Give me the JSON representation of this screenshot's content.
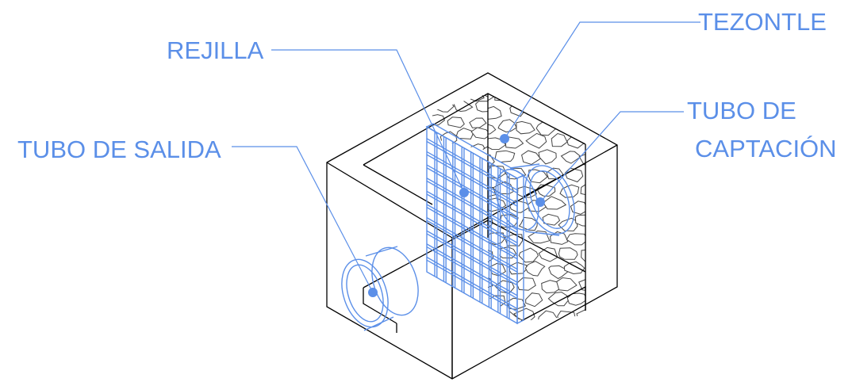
{
  "labels": {
    "rejilla": "REJILLA",
    "tezontle": "TEZONTLE",
    "tubo_salida": "TUBO DE SALIDA",
    "tubo_captacion_line1": "TUBO DE",
    "tubo_captacion_line2": "CAPTACIÓN"
  },
  "colors": {
    "label_blue": "#5b8fe8",
    "outline": "#000000"
  }
}
